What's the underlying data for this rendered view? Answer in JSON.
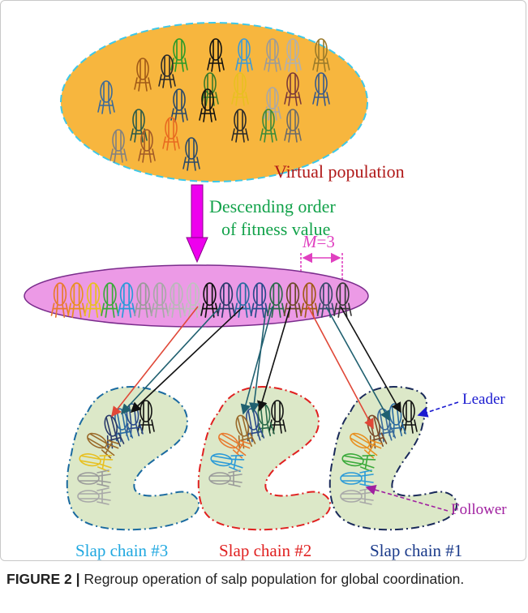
{
  "labels": {
    "virtual_population": "Virtual population",
    "sort_line1": "Descending order",
    "sort_line2": "of fitness value",
    "m_italic": "M",
    "m_value": "=3",
    "leader": "Leader",
    "follower": "Follower",
    "chain3": "Slap chain #3",
    "chain2": "Slap chain #2",
    "chain1": "Slap chain #1"
  },
  "caption": {
    "label": "FIGURE 2 |",
    "text": " Regroup operation of salp population for global coordination."
  },
  "colors": {
    "oval_fill": "#f7b63e",
    "oval_border": "#3ec8e8",
    "ellipse_fill": "#ec9ae6",
    "ellipse_border": "#7a2c8c",
    "arrow": "#ee00ee",
    "chain_fill": "#dce8c8",
    "virtual_text": "#b01818",
    "sort_text": "#12a24a",
    "m_text": "#e040c0",
    "leader_text": "#1a1ad0",
    "follower_text": "#a020a0",
    "chain3_text": "#20a8e0",
    "chain2_text": "#e02020",
    "chain1_text": "#1a3a8a",
    "chain3_border": "#1a6aa0",
    "chain2_border": "#e02020",
    "chain1_border": "#1a2a5a",
    "link_red": "#e04838",
    "link_teal": "#206070",
    "link_black": "#111111"
  },
  "salp_colors": {
    "population": [
      "#2a9a2a",
      "#111111",
      "#3a9ad8",
      "#9a9a9a",
      "#b0b0b0",
      "#9a7a2a",
      "#a05a18",
      "#2a2a2a",
      "#3a7a2a",
      "#e8c020",
      "#7a3a3a",
      "#3a5a8a",
      "#3a6a9a",
      "#2a4a6a",
      "#111111",
      "#a8a8a8",
      "#2a5a4a",
      "#e86a20",
      "#2a2a2a",
      "#3a8a3a",
      "#6a6a6a",
      "#808080",
      "#a05a28",
      "#2a4a6a"
    ],
    "sorted": [
      "#e87a30",
      "#e89020",
      "#e8c020",
      "#3aaa3a",
      "#2a9ad8",
      "#9a9a9a",
      "#a8a8a8",
      "#b8b8b8",
      "#c0c0c0",
      "#111111",
      "#2a3a6a",
      "#2a6aa0",
      "#2a4a8a",
      "#2a6a4a",
      "#6a4a2a",
      "#a05a18",
      "#3a4a6a",
      "#3a3a3a"
    ],
    "chain3": [
      "#111111",
      "#2a4a8a",
      "#2a6aa0",
      "#2a3a6a",
      "#9a6a2a",
      "#e8c020",
      "#9a9a9a",
      "#a8a8a8"
    ],
    "chain2": [
      "#111111",
      "#2a6a4a",
      "#2a4a8a",
      "#9a6a2a",
      "#e87a30",
      "#2a9ad8",
      "#9a9a9a"
    ],
    "chain1": [
      "#111111",
      "#2a6aa0",
      "#3a6a9a",
      "#7a4a2a",
      "#e89020",
      "#3aaa3a",
      "#2a9ad8",
      "#a8a8a8"
    ]
  }
}
